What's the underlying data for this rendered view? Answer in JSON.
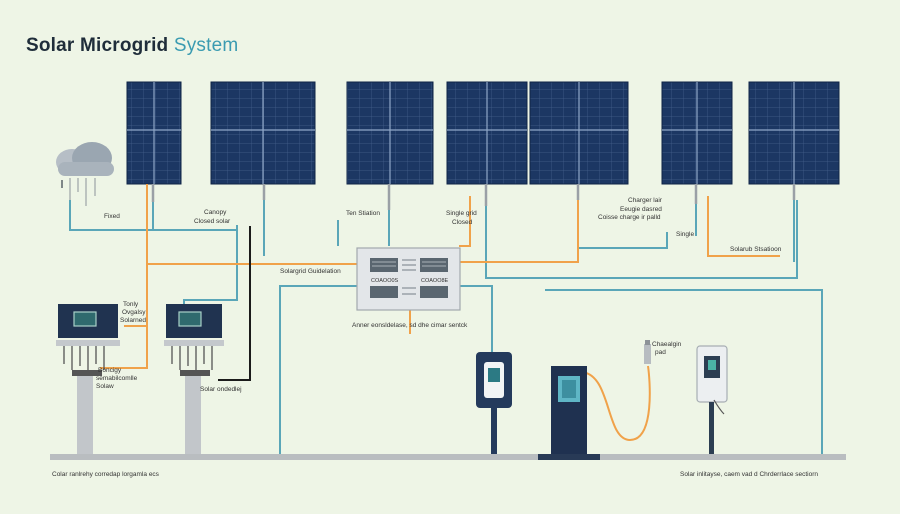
{
  "title": {
    "main": "Solar Microgrid",
    "accent": "System"
  },
  "labels": {
    "fixed": "Fixed",
    "canopy": "Canopy",
    "canopy_sub": "Closed solar",
    "ten_station": "Ten Stiation",
    "single_grid": "Single grid",
    "single_grid_sub": "Closed",
    "charger_top": "Charger lair",
    "charger_mid": "Eeugie dasred",
    "charger_bot": "Coisse charge ir palld",
    "single": "Single",
    "solarub_station": "Solarub Stsatioon",
    "solargrid_guidelines": "Solargrid Guidelation",
    "cabinet_code": "COAOO0S",
    "cabinet_code2": "COAOO8E",
    "annex": "Anner eonsldelase, sd dhe cimar sentck",
    "tool_1": "Tonly",
    "tool_2": "Ovgalsy",
    "tool_3": "Solarned",
    "tool_sub_1": "Boncigy",
    "tool_sub_2": "semabilcomlle",
    "tool_sub_3": "Solaw",
    "solar_ends": "Solar ondedlej",
    "charging_1": "Chaealgin",
    "charging_2": "pad",
    "footer_left": "Colar ranlrehy corredap lorgamla ecs",
    "footer_right": "Solar inlitayse, caem vad d Chrderrlace sectiorn"
  },
  "colors": {
    "orange": "#f0a24a",
    "teal": "#5aa6b8",
    "panel": "#1c3763",
    "pole": "#b8bcc0"
  },
  "icons": {
    "cloud": "cloud-icon",
    "battery": "battery-icon",
    "ev_charger": "ev-charger-icon"
  }
}
